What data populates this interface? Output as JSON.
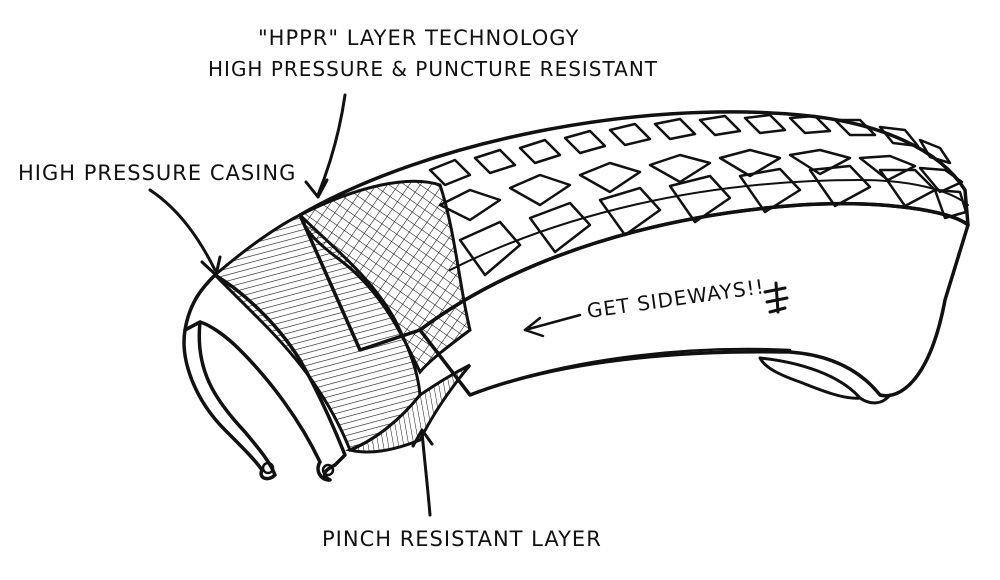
{
  "labels": {
    "hppr_line1": "\"HPPR\" LAYER TECHNOLOGY",
    "hppr_line2": "HIGH PRESSURE & PUNCTURE RESISTANT",
    "casing": "HIGH PRESSURE CASING",
    "pinch": "PINCH RESISTANT LAYER",
    "sidewall": "GET SIDEWAYS!!"
  },
  "colors": {
    "ink": "#111111",
    "paper": "#ffffff"
  },
  "icons": [
    "arrow-left-icon",
    "brand-logo-icon"
  ]
}
